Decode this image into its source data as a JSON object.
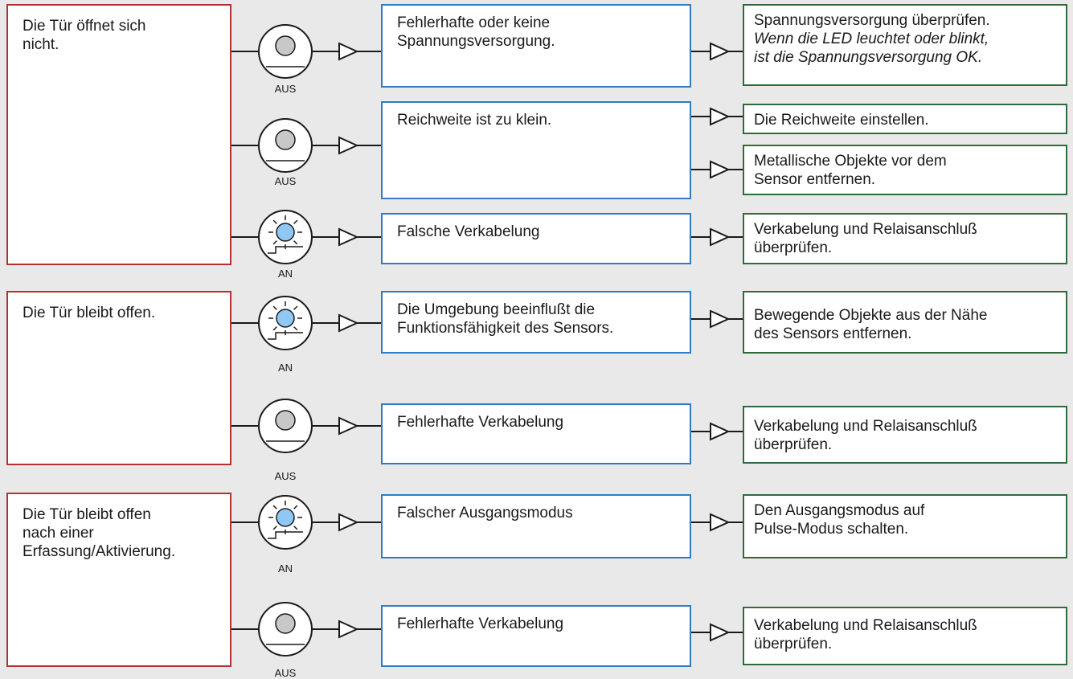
{
  "problems": [
    {
      "text": "Die Tür öffnet sich\nnicht."
    },
    {
      "text": "Die Tür bleibt offen."
    },
    {
      "text": "Die Tür bleibt offen\nnach einer\nErfassung/Aktivierung."
    }
  ],
  "indicators": [
    {
      "state": "off",
      "label": "AUS"
    },
    {
      "state": "off",
      "label": "AUS"
    },
    {
      "state": "on",
      "label": "AN"
    },
    {
      "state": "on",
      "label": "AN"
    },
    {
      "state": "off",
      "label": "AUS"
    },
    {
      "state": "on",
      "label": "AN"
    },
    {
      "state": "off",
      "label": "AUS"
    }
  ],
  "causes": [
    {
      "text": "Fehlerhafte oder keine\nSpannungsversorgung."
    },
    {
      "text": "Reichweite ist zu klein."
    },
    {
      "text": "Falsche Verkabelung"
    },
    {
      "text": "Die Umgebung beeinflußt die\nFunktionsfähigkeit des Sensors."
    },
    {
      "text": "Fehlerhafte Verkabelung"
    },
    {
      "text": "Falscher Ausgangsmodus"
    },
    {
      "text": "Fehlerhafte Verkabelung"
    }
  ],
  "remedies": [
    {
      "text": "Spannungsversorgung überprüfen.",
      "note": "Wenn die LED leuchtet oder blinkt,\nist die Spannungsversorgung OK."
    },
    {
      "text": "Die Reichweite einstellen."
    },
    {
      "text": "Metallische Objekte vor dem\nSensor entfernen."
    },
    {
      "text": "Verkabelung und Relaisanschluß\nüberprüfen."
    },
    {
      "text": "Bewegende Objekte aus der Nähe\ndes Sensors entfernen."
    },
    {
      "text": "Verkabelung und Relaisanschluß\nüberprüfen."
    },
    {
      "text": "Den Ausgangsmodus auf\nPulse-Modus schalten."
    },
    {
      "text": "Verkabelung und Relaisanschluß\nüberprüfen."
    }
  ],
  "colors": {
    "problem_border": "#b3312f",
    "cause_border": "#2f7cc3",
    "remedy_border": "#2f6b3a",
    "led_off": "#c8c8c8",
    "led_on": "#8fc8f5",
    "background": "#e9e9e9"
  }
}
